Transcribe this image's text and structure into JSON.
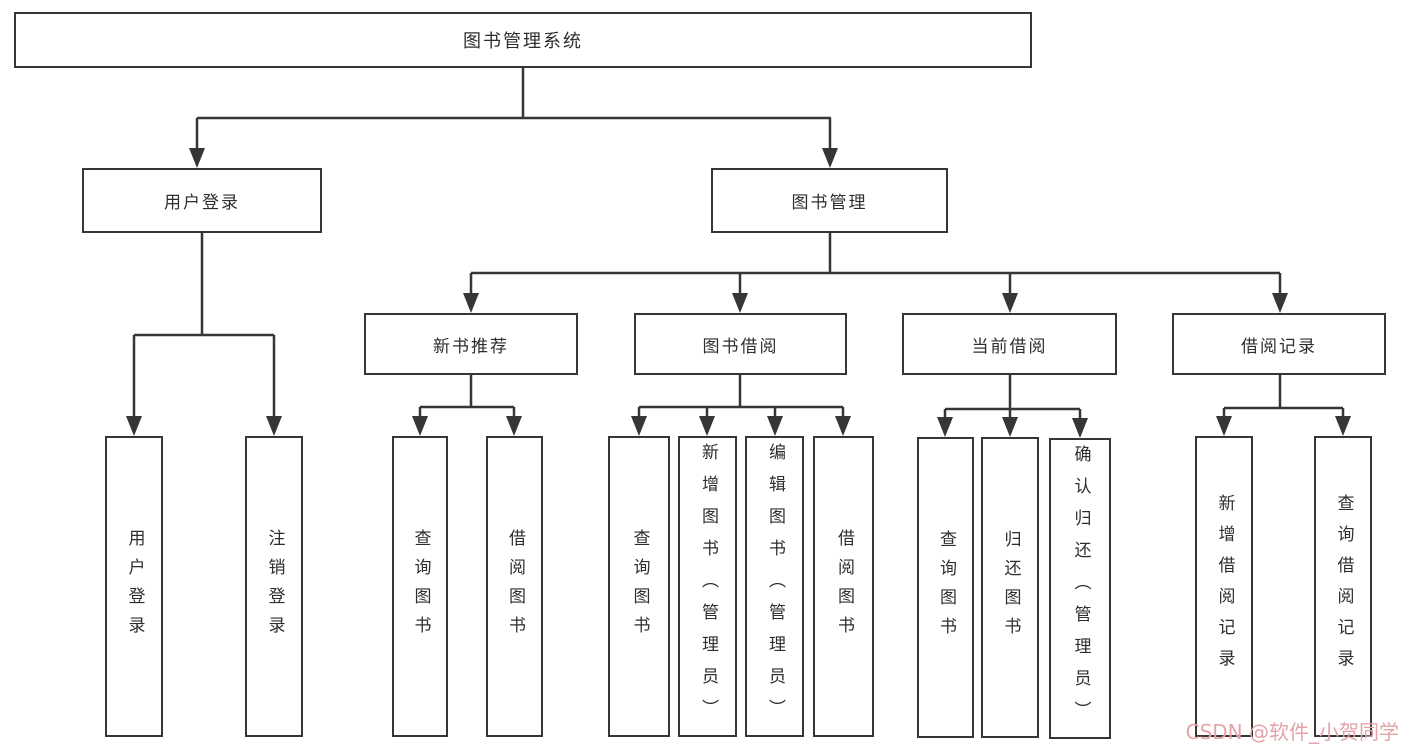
{
  "diagram_title": "图书管理系统",
  "colors": {
    "line": "#363636",
    "box_border": "#363636",
    "box_fill": "#ffffff",
    "text": "#2e2e2e",
    "watermark": "#e2a4a8"
  },
  "nodes": {
    "root": {
      "label": "图书管理系统"
    },
    "level2": [
      {
        "label": "用户登录"
      },
      {
        "label": "图书管理"
      }
    ],
    "level3": [
      {
        "label": "新书推荐"
      },
      {
        "label": "图书借阅"
      },
      {
        "label": "当前借阅"
      },
      {
        "label": "借阅记录"
      }
    ],
    "leaves": {
      "user_login": [
        "用户登录",
        "注销登录"
      ],
      "new_books": [
        "查询图书",
        "借阅图书"
      ],
      "book_borrow": [
        "查询图书",
        "新增图书（管理员）",
        "编辑图书（管理员）",
        "借阅图书"
      ],
      "current_borrow": [
        "查询图书",
        "归还图书",
        "确认归还（管理员）"
      ],
      "borrow_records": [
        "新增借阅记录",
        "查询借阅记录"
      ]
    }
  },
  "watermark": {
    "text": "CSDN @软件_小贺同学"
  }
}
